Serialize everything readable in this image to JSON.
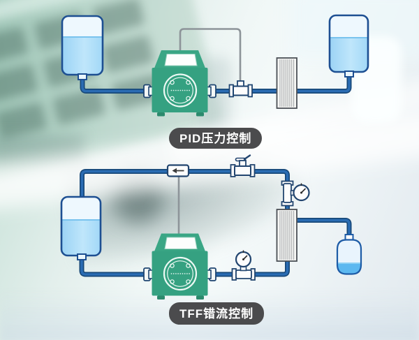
{
  "systems": {
    "top": {
      "label": "PID压力控制",
      "components": [
        "feed-bag",
        "peristaltic-pump",
        "pressure-sensor",
        "filter-column",
        "collection-bag",
        "signal-tube"
      ]
    },
    "bottom": {
      "label": "TFF错流控制",
      "components": [
        "feed-bag",
        "peristaltic-pump",
        "pressure-gauge-feed",
        "filter-column",
        "pressure-gauge-retentate",
        "pinch-valve",
        "flow-direction-sensor",
        "collection-bottle",
        "signal-tube"
      ]
    }
  },
  "colors": {
    "pump_green": "#35a181",
    "tube_blue": "#2a6cb3",
    "tube_edge": "#174878",
    "signal_gray": "#8d9499",
    "label_bg": "#4b4b4d",
    "label_text": "#ffffff",
    "bag_liquid": "#a5daf7",
    "bottle_liquid": "#5cb8f0",
    "column_stripe": "#a3a6a9"
  }
}
